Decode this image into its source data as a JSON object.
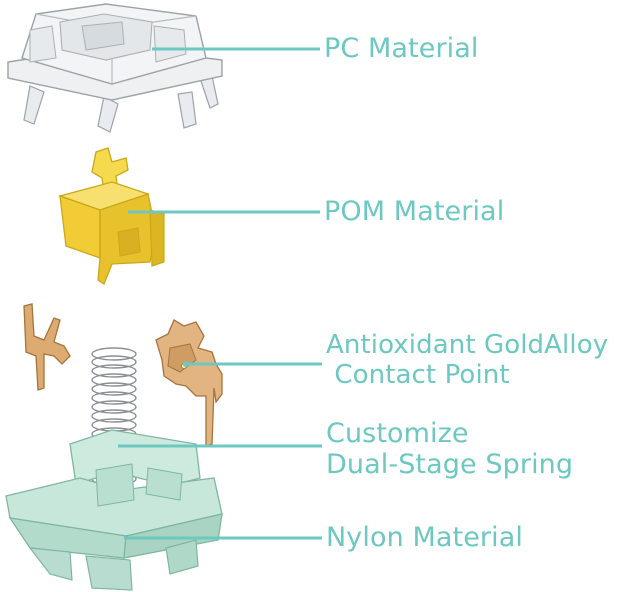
{
  "title": "",
  "colors": {
    "leader_line": "#6cc8c0",
    "label_text": "#6cc8c0",
    "top_housing": "#dfe3e6",
    "stem": "#f3d34a",
    "contact_leaf": "#d7a36a",
    "spring": "#8a8f94",
    "bottom_housing": "#bfe3d6"
  },
  "parts": [
    {
      "id": "pc",
      "icon": "top-housing-icon",
      "lines": [
        "PC Material"
      ]
    },
    {
      "id": "pom",
      "icon": "stem-icon",
      "lines": [
        "POM Material"
      ]
    },
    {
      "id": "contact",
      "icon": "contact-leaf-icon",
      "lines": [
        "Antioxidant GoldAlloy",
        " Contact Point"
      ]
    },
    {
      "id": "spring",
      "icon": "spring-icon",
      "lines": [
        "Customize",
        "Dual-Stage Spring"
      ]
    },
    {
      "id": "nylon",
      "icon": "bottom-housing-icon",
      "lines": [
        "Nylon Material"
      ]
    }
  ]
}
